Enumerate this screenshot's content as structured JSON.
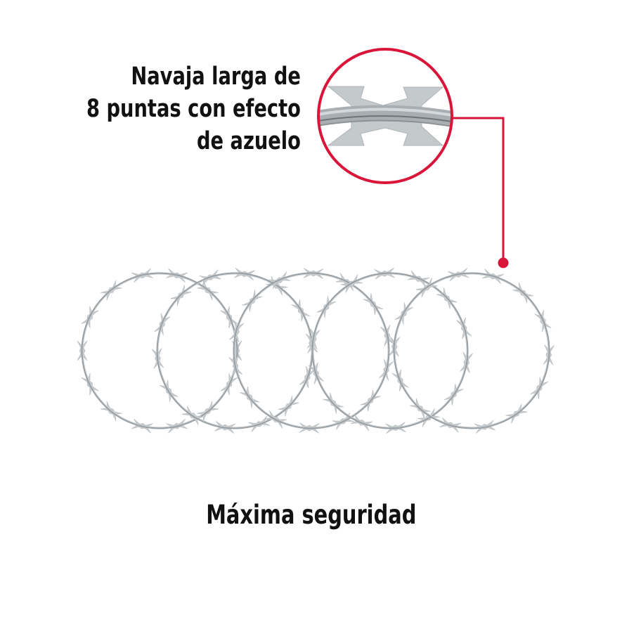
{
  "callout": {
    "lines": [
      "Navaja larga de",
      "8 puntas con efecto",
      "de azuelo"
    ],
    "color": "#d9163a"
  },
  "product": {
    "name": "concertina-razor-wire",
    "loop_count": 5,
    "wire_color": "#9aa0a4",
    "blade_color": "#c9cdd0"
  },
  "caption": "Máxima seguridad"
}
